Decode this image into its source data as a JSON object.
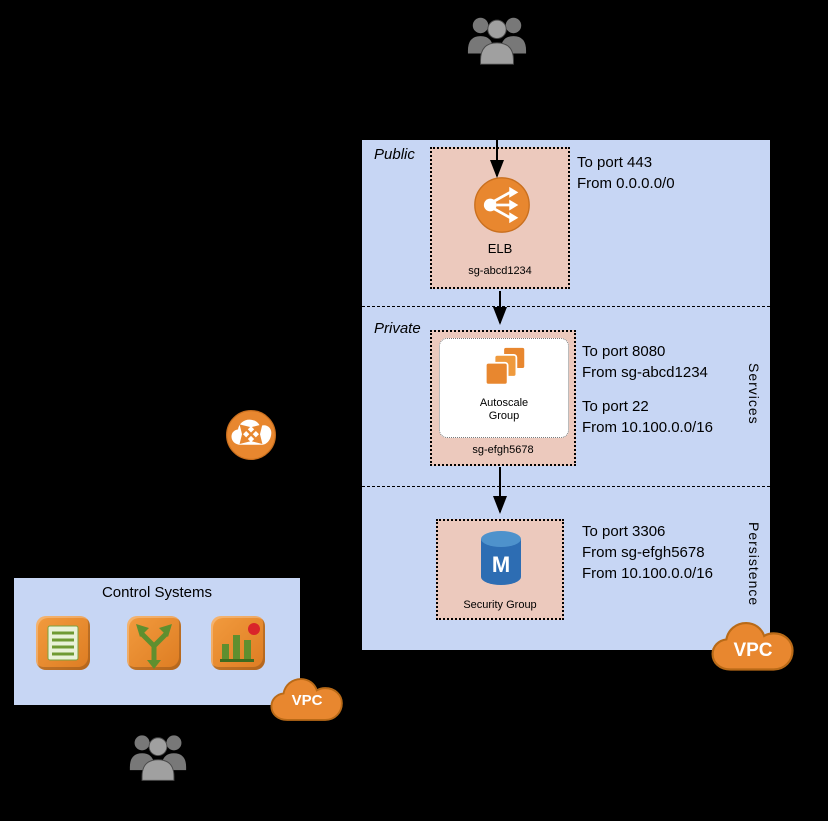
{
  "main_vpc": {
    "public_label": "Public",
    "private_label": "Private",
    "services_label": "Services",
    "persistence_label": "Persistence",
    "vpc_badge_label": "VPC",
    "elb_group": {
      "icon": "elastic-load-balancer-icon",
      "label": "ELB",
      "security_group_id": "sg-abcd1234",
      "rules": [
        "To port 443",
        "From 0.0.0.0/0"
      ]
    },
    "autoscale_group": {
      "icon": "ec2-instances-icon",
      "label_line1": "Autoscale",
      "label_line2": "Group",
      "security_group_id": "sg-efgh5678",
      "rules_top": [
        "To port 8080",
        "From sg-abcd1234"
      ],
      "rules_bottom": [
        "To port 22",
        "From 10.100.0.0/16"
      ]
    },
    "database_group": {
      "icon": "rds-mysql-instance-icon",
      "label": "Security Group",
      "db_letter": "M",
      "rules": [
        "To port 3306",
        "From sg-efgh5678",
        "From 10.100.0.0/16"
      ]
    }
  },
  "control_systems": {
    "title": "Control Systems",
    "vpc_badge_label": "VPC",
    "icons": [
      "config-list-icon",
      "branching-arrows-icon",
      "monitoring-chart-icon"
    ]
  },
  "icons": {
    "users_top": "users-icon",
    "users_bottom": "users-icon",
    "router": "vpc-router-icon",
    "vpc_cloud": "vpc-cloud-badge"
  },
  "colors": {
    "background": "#000000",
    "vpc_fill": "#c7d6f4",
    "security_group_fill": "#ecc9bd",
    "aws_orange": "#e8872f",
    "db_blue": "#2d6db3",
    "users_gray": "#8c8c8c",
    "green_accent": "#5f8f2f",
    "alert_red": "#d9252a"
  }
}
